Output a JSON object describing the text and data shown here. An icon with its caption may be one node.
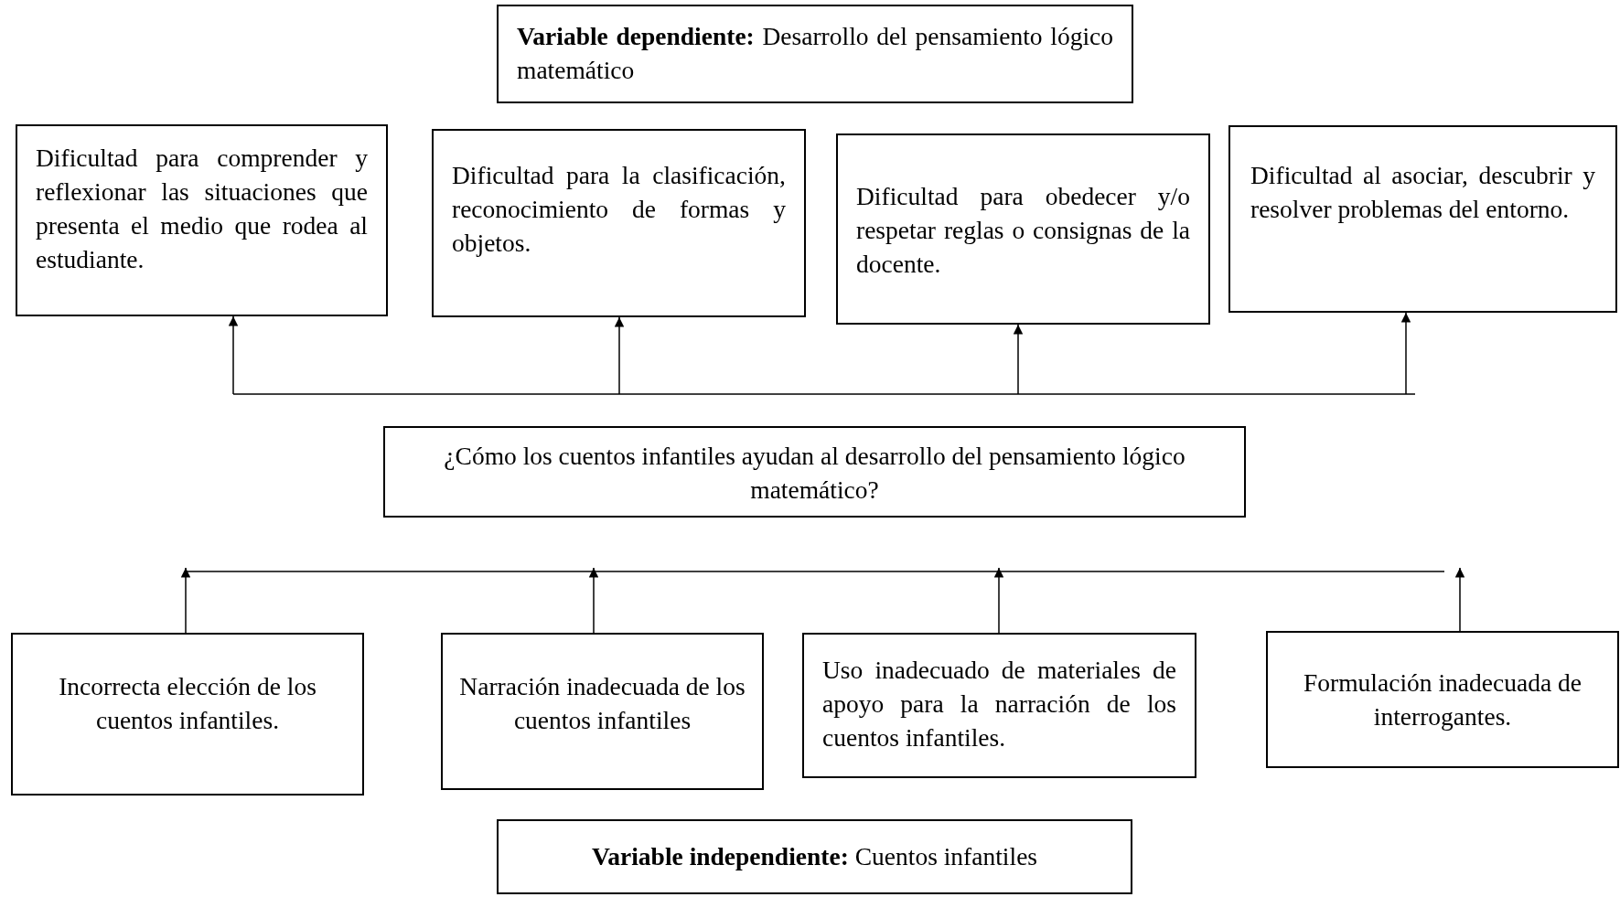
{
  "diagram": {
    "nodes": [
      {
        "text": [
          "**Variable dependiente:** Desarrollo del pensamiento lógico matemático"
        ]
      },
      {
        "text": [
          "Dificultad para comprender y reflexionar las situaciones que presenta el medio que rodea al estudiante."
        ]
      },
      {
        "text": [
          "Dificultad para la clasificación, reconocimiento de formas y objetos."
        ]
      },
      {
        "text": [
          "Dificultad para obedecer y/o respetar reglas o consignas de la docente."
        ]
      },
      {
        "text": [
          "Dificultad al asociar, descubrir y resolver problemas del entorno."
        ]
      },
      {
        "text": [
          "¿Cómo los cuentos infantiles ayudan al desarrollo del pensamiento lógico matemático?"
        ]
      },
      {
        "text": [
          "Incorrecta elección de los cuentos infantiles."
        ]
      },
      {
        "text": [
          "Narración inadecuada de los cuentos infantiles"
        ]
      },
      {
        "text": [
          "Uso inadecuado de materiales de apoyo para la narración de los cuentos infantiles."
        ]
      },
      {
        "text": [
          "Formulación inadecuada de interrogantes."
        ]
      },
      {
        "text": [
          "**Variable independiente:** Cuentos infantiles"
        ]
      }
    ],
    "edges": [
      {
        "from": null,
        "to": 1,
        "arrow": "to"
      },
      {
        "from": null,
        "to": 2,
        "arrow": "to"
      },
      {
        "from": null,
        "to": 3,
        "arrow": "to"
      },
      {
        "from": null,
        "to": 4,
        "arrow": "to"
      },
      {
        "from": 6,
        "to": null,
        "arrow": "to"
      },
      {
        "from": 7,
        "to": null,
        "arrow": "to"
      },
      {
        "from": 8,
        "to": null,
        "arrow": "to"
      },
      {
        "from": 9,
        "to": null,
        "arrow": "to"
      }
    ]
  }
}
